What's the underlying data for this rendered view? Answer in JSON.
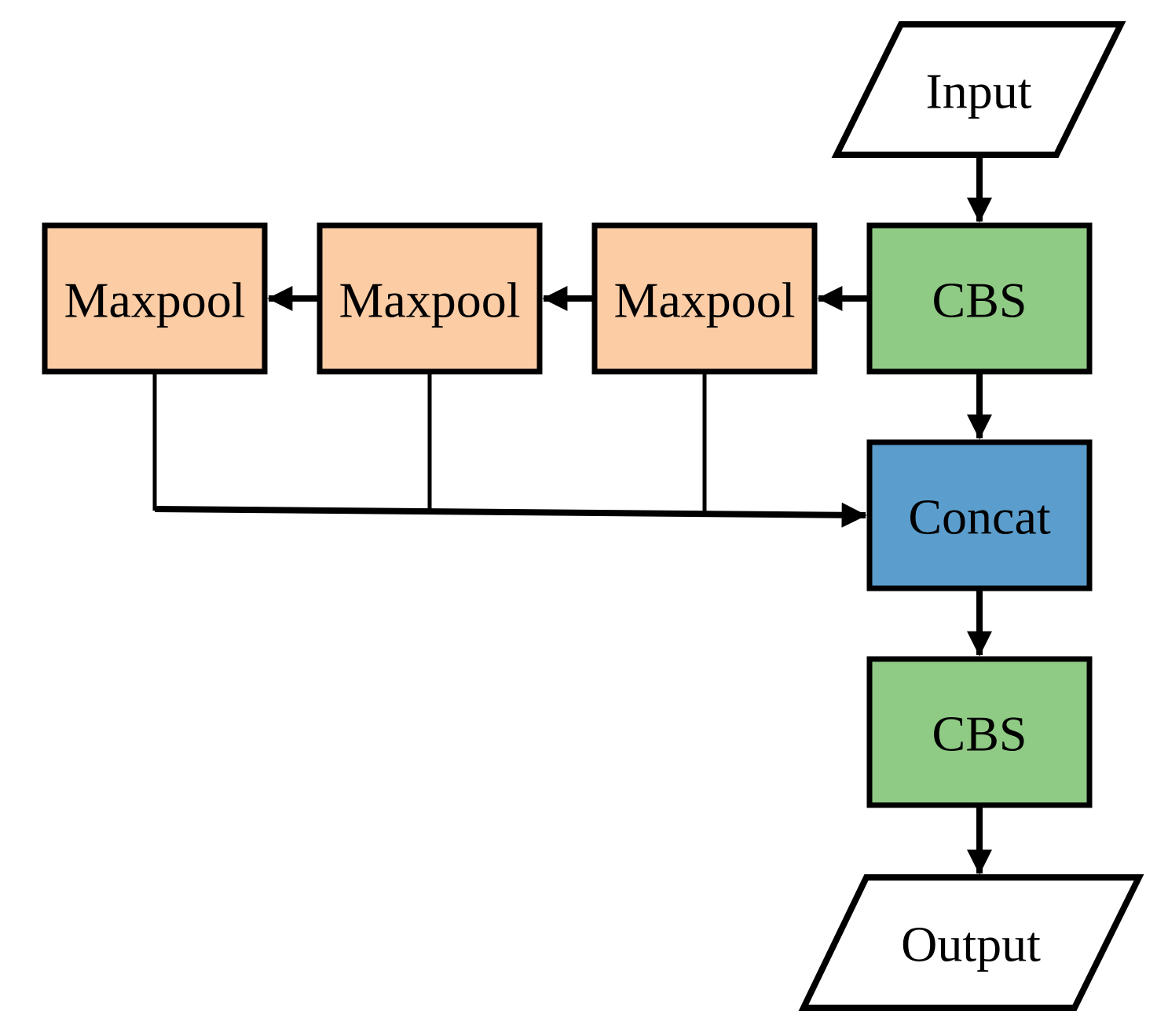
{
  "diagram": {
    "type": "flowchart",
    "colors": {
      "cbs_green": "#90CB85",
      "maxpool_orange": "#FCCCA5",
      "concat_blue": "#5B9ECD",
      "io_white": "#FFFFFF",
      "line_black": "#000000"
    },
    "nodes": {
      "input": {
        "label": "Input",
        "shape": "parallelogram"
      },
      "cbs1": {
        "label": "CBS",
        "shape": "rect"
      },
      "maxpool3": {
        "label": "Maxpool",
        "shape": "rect"
      },
      "maxpool2": {
        "label": "Maxpool",
        "shape": "rect"
      },
      "maxpool1": {
        "label": "Maxpool",
        "shape": "rect"
      },
      "concat": {
        "label": "Concat",
        "shape": "rect"
      },
      "cbs2": {
        "label": "CBS",
        "shape": "rect"
      },
      "output": {
        "label": "Output",
        "shape": "parallelogram"
      }
    },
    "edges": [
      {
        "from": "input",
        "to": "cbs1"
      },
      {
        "from": "cbs1",
        "to": "maxpool3"
      },
      {
        "from": "maxpool3",
        "to": "maxpool2"
      },
      {
        "from": "maxpool2",
        "to": "maxpool1"
      },
      {
        "from": "maxpool1",
        "to": "concat"
      },
      {
        "from": "maxpool2",
        "to": "concat"
      },
      {
        "from": "maxpool3",
        "to": "concat"
      },
      {
        "from": "cbs1",
        "to": "concat"
      },
      {
        "from": "concat",
        "to": "cbs2"
      },
      {
        "from": "cbs2",
        "to": "output"
      }
    ]
  }
}
